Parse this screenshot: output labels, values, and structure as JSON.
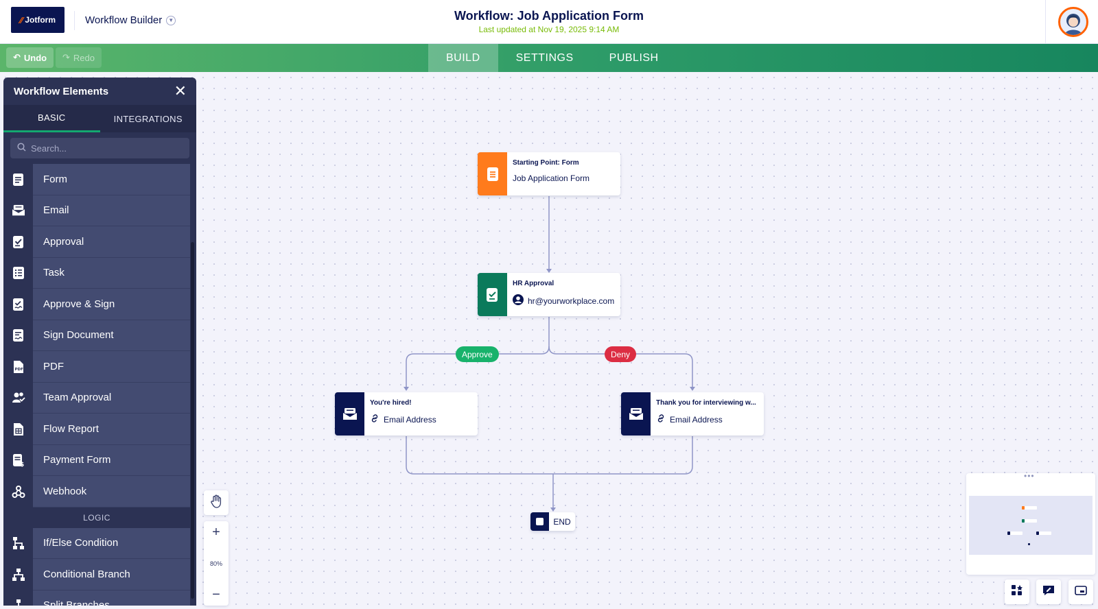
{
  "header": {
    "logo": "Jotform",
    "app_title": "Workflow Builder",
    "page_title": "Workflow: Job Application Form",
    "last_updated": "Last updated at Nov 19, 2025 9:14 AM"
  },
  "toolbar": {
    "undo": "Undo",
    "redo": "Redo",
    "tabs": [
      "BUILD",
      "SETTINGS",
      "PUBLISH"
    ]
  },
  "sidebar": {
    "title": "Workflow Elements",
    "tabs": [
      "BASIC",
      "INTEGRATIONS"
    ],
    "search_placeholder": "Search...",
    "basic_items": [
      {
        "label": "Form",
        "icon": "form-icon"
      },
      {
        "label": "Email",
        "icon": "email-icon"
      },
      {
        "label": "Approval",
        "icon": "approval-icon"
      },
      {
        "label": "Task",
        "icon": "task-icon"
      },
      {
        "label": "Approve & Sign",
        "icon": "approve-sign-icon"
      },
      {
        "label": "Sign Document",
        "icon": "sign-document-icon"
      },
      {
        "label": "PDF",
        "icon": "pdf-icon"
      },
      {
        "label": "Team Approval",
        "icon": "team-approval-icon"
      },
      {
        "label": "Flow Report",
        "icon": "flow-report-icon"
      },
      {
        "label": "Payment Form",
        "icon": "payment-form-icon"
      },
      {
        "label": "Webhook",
        "icon": "webhook-icon"
      }
    ],
    "logic_section": "LOGIC",
    "logic_items": [
      {
        "label": "If/Else Condition",
        "icon": "if-else-icon"
      },
      {
        "label": "Conditional Branch",
        "icon": "conditional-branch-icon"
      },
      {
        "label": "Split Branches",
        "icon": "split-branches-icon"
      }
    ]
  },
  "flow": {
    "start": {
      "title": "Starting Point: Form",
      "subtitle": "Job Application Form",
      "color": "#ff7b1c"
    },
    "approval": {
      "title": "HR Approval",
      "subtitle": "hr@yourworkplace.com",
      "color": "#0b7a5b"
    },
    "approve_label": "Approve",
    "deny_label": "Deny",
    "approve_color": "#18b26b",
    "deny_color": "#dc2d43",
    "email_hired": {
      "title": "You're hired!",
      "subtitle": "Email Address"
    },
    "email_thanks": {
      "title": "Thank you for interviewing w...",
      "subtitle": "Email Address"
    },
    "end_label": "END"
  },
  "zoom": {
    "level": "80%"
  },
  "colors": {
    "accent": "#0a1551",
    "brand_orange": "#ff6100",
    "toolbar_green": "#2d9b68"
  }
}
